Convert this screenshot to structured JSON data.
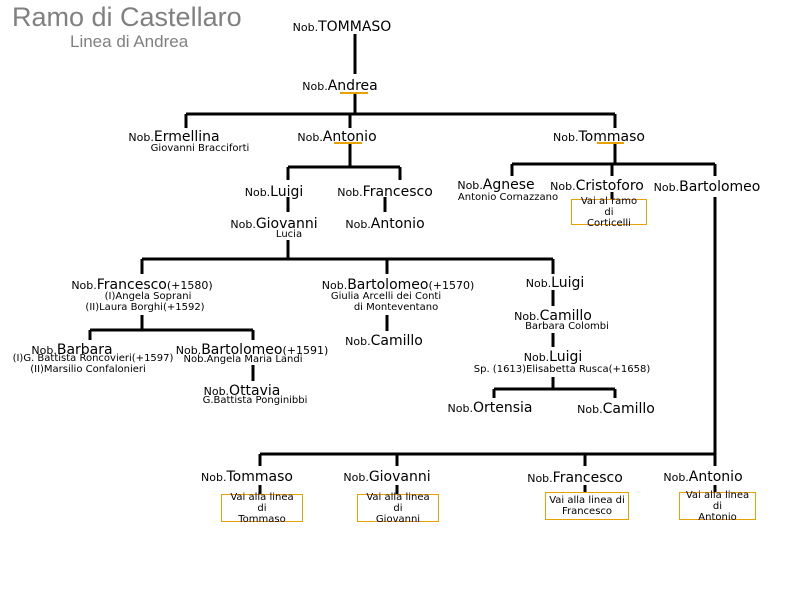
{
  "header": {
    "title": "Ramo di Castellaro",
    "subtitle": "Linea di Andrea"
  },
  "prefix": "Nob.",
  "people": {
    "tommaso_root": {
      "name": "TOMMASO"
    },
    "andrea": {
      "name": "Andrea"
    },
    "ermellina": {
      "name": "Ermellina",
      "spouse": "Giovanni Bracciforti"
    },
    "antonio": {
      "name": "Antonio"
    },
    "tommaso2": {
      "name": "Tommaso"
    },
    "luigi1": {
      "name": "Luigi"
    },
    "francesco1": {
      "name": "Francesco"
    },
    "giovanni1": {
      "name": "Giovanni",
      "spouse": "Lucia"
    },
    "antonio2": {
      "name": "Antonio"
    },
    "agnese": {
      "name": "Agnese",
      "spouse": "Antonio Cornazzano"
    },
    "cristoforo": {
      "name": "Cristoforo"
    },
    "bartolomeo1": {
      "name": "Bartolomeo"
    },
    "francesco2": {
      "name": "Francesco",
      "extra": "(+1580)",
      "spouse1": "(I)Angela Soprani",
      "spouse2": "(II)Laura Borghi(+1592)"
    },
    "bartolomeo2": {
      "name": "Bartolomeo",
      "extra": "(+1570)",
      "spouse1": "Giulia Arcelli dei Conti",
      "spouse2": "di Monteventano"
    },
    "luigi2": {
      "name": "Luigi"
    },
    "camillo1": {
      "name": "Camillo",
      "spouse": "Barbara Colombi"
    },
    "luigi3": {
      "name": "Luigi",
      "spouse": "Sp. (1613)Elisabetta Rusca(+1658)"
    },
    "barbara": {
      "name": "Barbara",
      "spouse1": "(I)G. Battista Roncovieri(+1597)",
      "spouse2": "(II)Marsilio Confalonieri"
    },
    "bartolomeo3": {
      "name": "Bartolomeo",
      "extra": "(+1591)",
      "spouse": "Nob.Angela Maria Landi"
    },
    "camillo2": {
      "name": "Camillo"
    },
    "ottavia": {
      "name": "Ottavia",
      "spouse": "G.Battista Ponginibbi"
    },
    "ortensia": {
      "name": "Ortensia"
    },
    "camillo3": {
      "name": "Camillo"
    },
    "tommaso3": {
      "name": "Tommaso"
    },
    "giovanni2": {
      "name": "Giovanni"
    },
    "francesco3": {
      "name": "Francesco"
    },
    "antonio3": {
      "name": "Antonio"
    }
  },
  "links": {
    "corticelli": {
      "line1": "Vai al ramo di",
      "line2": "Corticelli"
    },
    "tommaso": {
      "line1": "Vai alla linea di",
      "line2": "Tommaso"
    },
    "giovanni": {
      "line1": "Vai alla linea di",
      "line2": "Giovanni"
    },
    "francesco": {
      "line1": "Vai alla linea di",
      "line2": "Francesco"
    },
    "antonio": {
      "line1": "Vai alla linea di",
      "line2": "Antonio"
    }
  },
  "colors": {
    "line": "#000000",
    "accent": "#e8a200",
    "title": "#808080"
  }
}
